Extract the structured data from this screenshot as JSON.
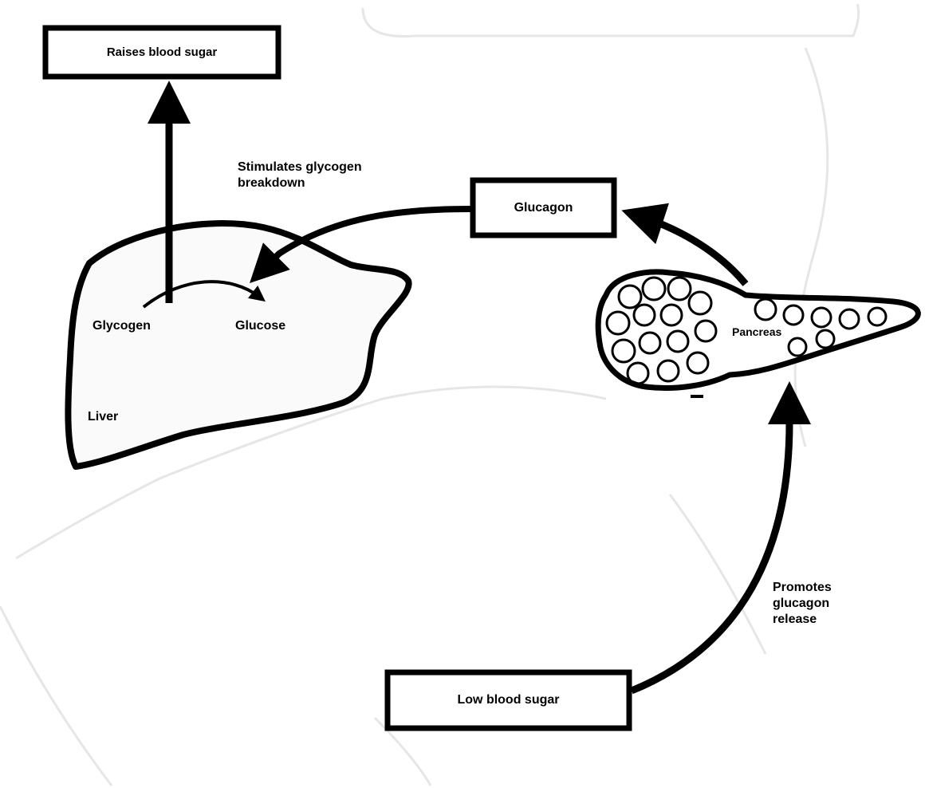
{
  "diagram": {
    "boxes": {
      "raises_blood_sugar": "Raises blood sugar",
      "glucagon": "Glucagon",
      "low_blood_sugar": "Low blood sugar"
    },
    "organs": {
      "liver": "Liver",
      "pancreas": "Pancreas"
    },
    "molecules": {
      "glycogen": "Glycogen",
      "glucose": "Glucose"
    },
    "annotations": {
      "stimulates": "Stimulates glycogen\nbreakdown",
      "promotes": "Promotes\nglucagon\nrelease"
    }
  }
}
